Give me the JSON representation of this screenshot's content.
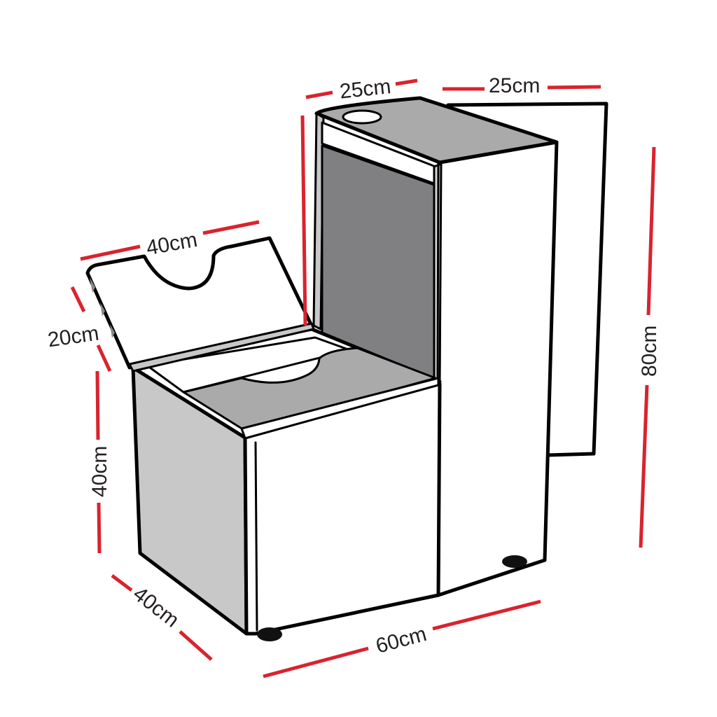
{
  "diagram": {
    "subject": "Storage seat with hinged flip-up lid and tall backrest cabinet",
    "colors": {
      "dimension_line": "#d9232e",
      "outline": "#000000",
      "label_text": "#231f20",
      "panel_light": "#c8c8c8",
      "panel_mid": "#aaaaaa",
      "panel_dark": "#808083",
      "background": "#ffffff"
    },
    "dimensions": {
      "back_top_depth": {
        "label": "25cm"
      },
      "back_top_width": {
        "label": "25cm"
      },
      "lid_width": {
        "label": "40cm"
      },
      "lid_depth": {
        "label": "20cm"
      },
      "seat_height": {
        "label": "40cm"
      },
      "seat_depth": {
        "label": "40cm"
      },
      "total_width": {
        "label": "60cm"
      },
      "total_height": {
        "label": "80cm"
      }
    }
  }
}
